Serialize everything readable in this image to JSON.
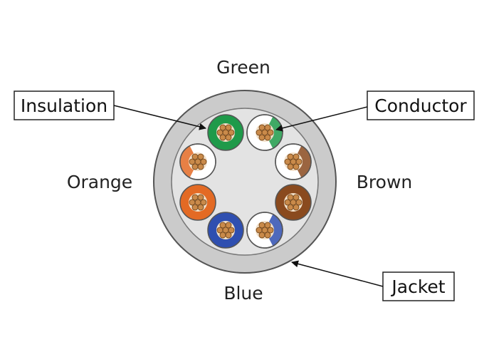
{
  "labels": {
    "green": "Green",
    "orange": "Orange",
    "brown": "Brown",
    "blue": "Blue"
  },
  "callouts": {
    "insulation": "Insulation",
    "conductor": "Conductor",
    "jacket": "Jacket"
  },
  "colors": {
    "jacket": "#cbcbcb",
    "jacket_inner": "#e3e3e3",
    "green": "#1f9a4a",
    "orange": "#e36a24",
    "brown": "#8a4a1e",
    "blue": "#2f4fb0",
    "copper": "#c98a4a"
  },
  "wires": [
    {
      "pair": "green",
      "solid": true
    },
    {
      "pair": "green",
      "solid": false
    },
    {
      "pair": "orange",
      "solid": false
    },
    {
      "pair": "brown",
      "solid": false
    },
    {
      "pair": "orange",
      "solid": true
    },
    {
      "pair": "brown",
      "solid": true
    },
    {
      "pair": "blue",
      "solid": true
    },
    {
      "pair": "blue",
      "solid": false
    }
  ]
}
